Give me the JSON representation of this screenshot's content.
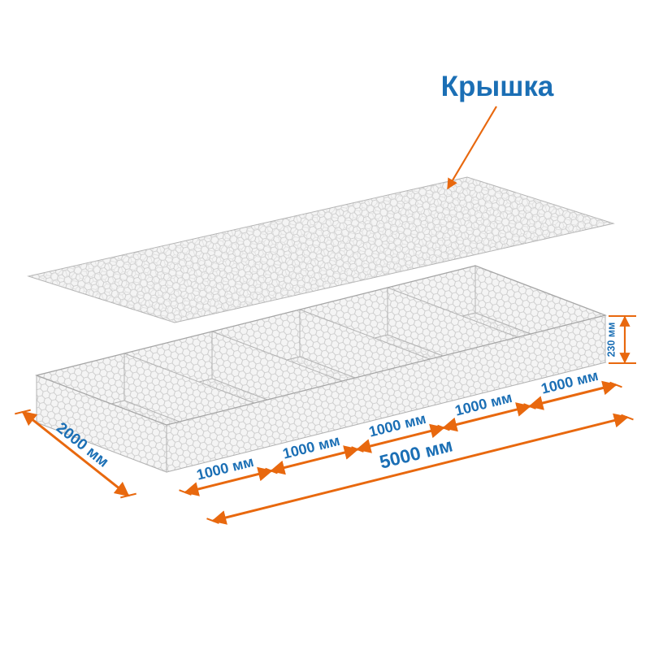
{
  "title": {
    "lid_label": "Крышка"
  },
  "dimensions": {
    "width": "2000 мм",
    "segments": [
      "1000 мм",
      "1000 мм",
      "1000 мм",
      "1000 мм",
      "1000 мм"
    ],
    "total": "5000 мм",
    "height": "230 мм"
  },
  "colors": {
    "accent_blue": "#1b6fb5",
    "accent_orange": "#e8680e",
    "mesh_gray": "#c6c6c6"
  }
}
